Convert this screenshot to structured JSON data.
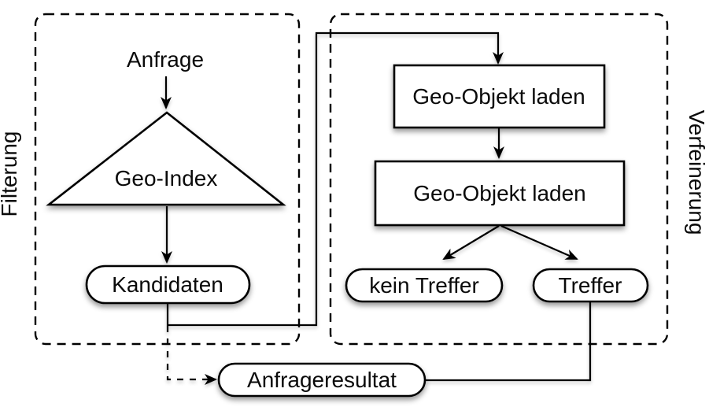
{
  "diagram": {
    "title": "Geo query filtering and refinement flow",
    "colors": {
      "background": "#ffffff",
      "line": "#000000",
      "shape_fill": "#ffffff",
      "shadow": "rgba(0,0,0,0.40)"
    },
    "groups": {
      "filtering": {
        "label": "Filterung"
      },
      "refinement": {
        "label": "Verfeinerung"
      }
    },
    "nodes": {
      "anfrage": {
        "label": "Anfrage",
        "shape": "text"
      },
      "geo_index": {
        "label": "Geo-Index",
        "shape": "triangle"
      },
      "kandidaten": {
        "label": "Kandidaten",
        "shape": "pill"
      },
      "load_object_1": {
        "label": "Geo-Objekt laden",
        "shape": "rect"
      },
      "load_object_2": {
        "label": "Geo-Objekt laden",
        "shape": "rect"
      },
      "kein_treffer": {
        "label": "kein Treffer",
        "shape": "pill"
      },
      "treffer": {
        "label": "Treffer",
        "shape": "pill"
      },
      "anfrageresultat": {
        "label": "Anfrageresultat",
        "shape": "pill"
      }
    },
    "edges": [
      {
        "from": "anfrage",
        "to": "geo_index",
        "style": "solid-arrow"
      },
      {
        "from": "geo_index",
        "to": "kandidaten",
        "style": "solid-arrow"
      },
      {
        "from": "kandidaten",
        "to": "load_object_1",
        "style": "solid-arrow"
      },
      {
        "from": "load_object_1",
        "to": "load_object_2",
        "style": "solid-arrow"
      },
      {
        "from": "load_object_2",
        "to": "kein_treffer",
        "style": "solid-arrow"
      },
      {
        "from": "load_object_2",
        "to": "treffer",
        "style": "solid-arrow"
      },
      {
        "from": "treffer",
        "to": "anfrageresultat",
        "style": "solid-line"
      },
      {
        "from": "kandidaten",
        "to": "anfrageresultat",
        "style": "dashed-arrow"
      }
    ]
  }
}
